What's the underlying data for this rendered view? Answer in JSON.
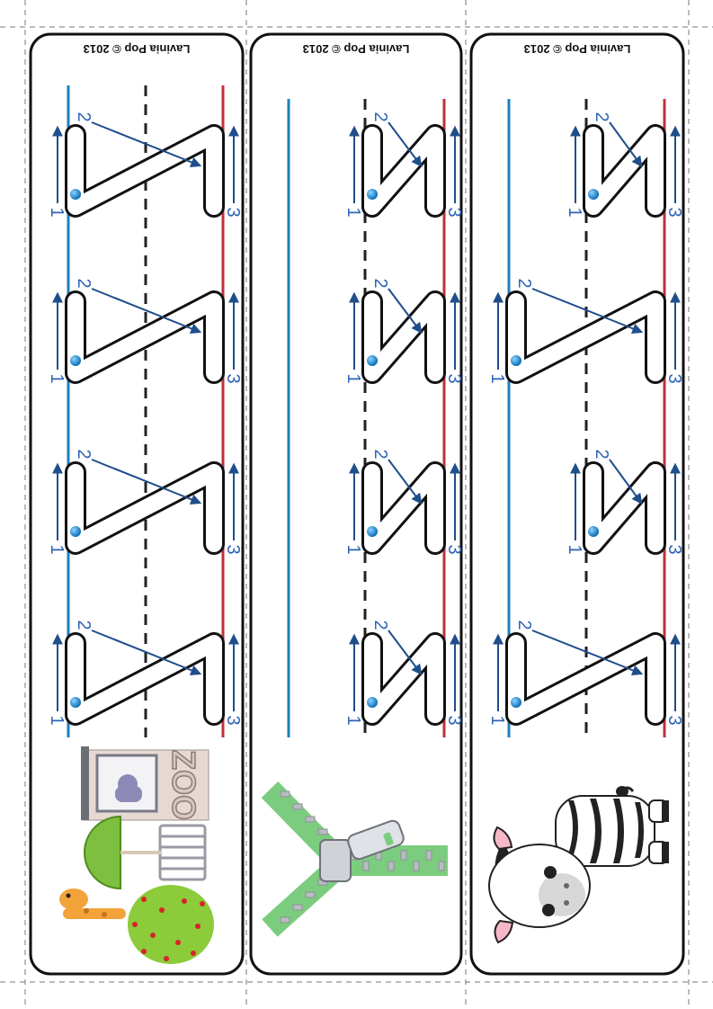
{
  "page": {
    "title": "Letter Z tracing strips"
  },
  "colors": {
    "blue": "#1d7fc0",
    "red": "#c0303a",
    "arrow": "#1f4e8c",
    "num": "#2e63b4",
    "dash": "#222222"
  },
  "strips": [
    {
      "credit": "Lavinia Pop © 2013",
      "letter_kind": "upper",
      "letters": [
        {
          "stroke1": "1",
          "stroke2": "2",
          "stroke3": "3"
        },
        {
          "stroke1": "1",
          "stroke2": "2",
          "stroke3": "3"
        },
        {
          "stroke1": "1",
          "stroke2": "2",
          "stroke3": "3"
        },
        {
          "stroke1": "1",
          "stroke2": "2",
          "stroke3": "3"
        }
      ],
      "picture": {
        "icon": "zoo-picture",
        "sign_text": "ZOO"
      }
    },
    {
      "credit": "Lavinia Pop © 2013",
      "letter_kind": "lower",
      "letters": [
        {
          "stroke1": "1",
          "stroke2": "2",
          "stroke3": "3"
        },
        {
          "stroke1": "1",
          "stroke2": "2",
          "stroke3": "3"
        },
        {
          "stroke1": "1",
          "stroke2": "2",
          "stroke3": "3"
        },
        {
          "stroke1": "1",
          "stroke2": "2",
          "stroke3": "3"
        }
      ],
      "picture": {
        "icon": "zipper-picture"
      }
    },
    {
      "credit": "Lavinia Pop © 2013",
      "letter_kind": "mixed",
      "letters": [
        {
          "stroke1": "1",
          "stroke2": "2",
          "stroke3": "3"
        },
        {
          "stroke1": "1",
          "stroke2": "2",
          "stroke3": "3"
        },
        {
          "stroke1": "1",
          "stroke2": "2",
          "stroke3": "3"
        },
        {
          "stroke1": "1",
          "stroke2": "2",
          "stroke3": "3"
        }
      ],
      "picture": {
        "icon": "zebra-picture"
      }
    }
  ]
}
